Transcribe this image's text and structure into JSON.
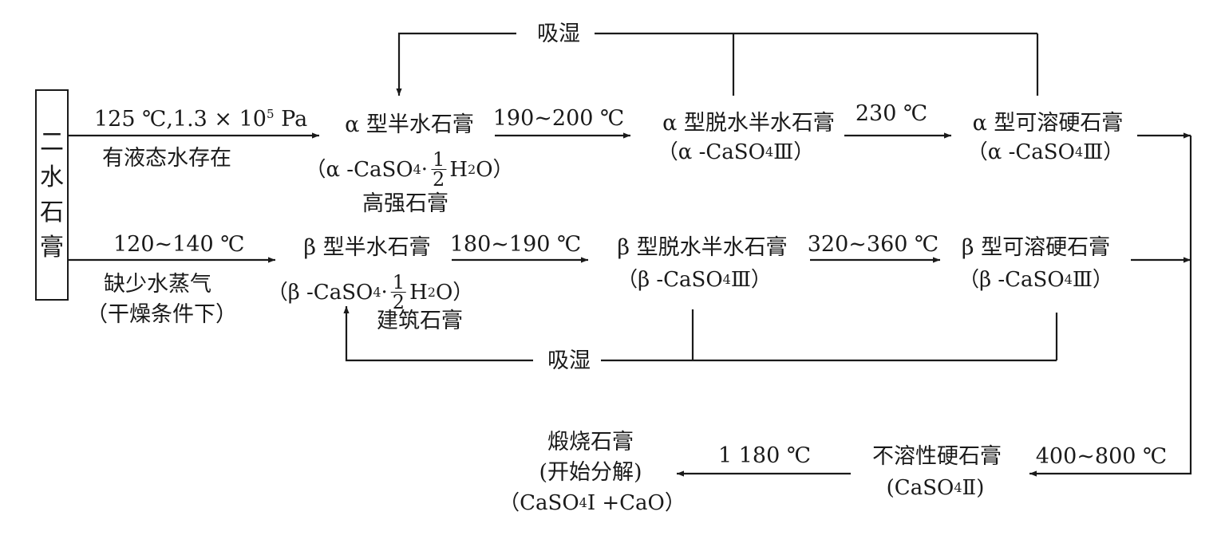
{
  "start": {
    "label": "二水石膏"
  },
  "alpha": {
    "route_temp_prefix": "125 ℃,1.3 × 10",
    "route_exp": "5",
    "route_temp_suffix": " Pa",
    "route_cond": "有液态水存在",
    "hemihydrate": {
      "name": "α 型半水石膏",
      "f_open": "（α -CaSO",
      "f_mid": "·",
      "num": "1",
      "den": "2",
      "f_close": "H",
      "h2o_sub": "2",
      "f_end": "O）",
      "note": "高强石膏"
    },
    "t1": "190~200 ℃",
    "dehydrated": {
      "name": "α 型脱水半水石膏",
      "f_open": "（α -CaSO",
      "f_close": "Ⅲ）"
    },
    "t2": "230 ℃",
    "soluble": {
      "name": "α 型可溶硬石膏",
      "f_open": "（α -CaSO",
      "f_close": "Ⅲ）"
    },
    "moisture": "吸湿"
  },
  "beta": {
    "route_temp": "120~140 ℃",
    "route_cond_1": "缺少水蒸气",
    "route_cond_2": "（干燥条件下）",
    "hemihydrate": {
      "name": "β 型半水石膏",
      "f_open": "（β -CaSO",
      "f_mid": "·",
      "num": "1",
      "den": "2",
      "f_close": "H",
      "h2o_sub": "2",
      "f_end": "O）",
      "note": "建筑石膏"
    },
    "t1": "180~190 ℃",
    "dehydrated": {
      "name": "β 型脱水半水石膏",
      "f_open": "（β -CaSO",
      "f_close": "Ⅲ）"
    },
    "t2": "320~360 ℃",
    "soluble": {
      "name": "β 型可溶硬石膏",
      "f_open": "（β -CaSO",
      "f_close": "Ⅲ）"
    },
    "moisture": "吸湿"
  },
  "bottom": {
    "t_insoluble": "400~800 ℃",
    "insoluble": {
      "name": "不溶性硬石膏",
      "f_open": "(CaSO",
      "f_close": "Ⅱ)"
    },
    "t_calcined": "1 180 ℃",
    "calcined": {
      "name": "煅烧石膏",
      "note": "(开始分解)",
      "f_open": "（CaSO",
      "f_close": "Ⅰ +CaO）"
    }
  },
  "sub4": "4",
  "colors": {
    "ink": "#1a1a1a",
    "background": "#ffffff"
  }
}
